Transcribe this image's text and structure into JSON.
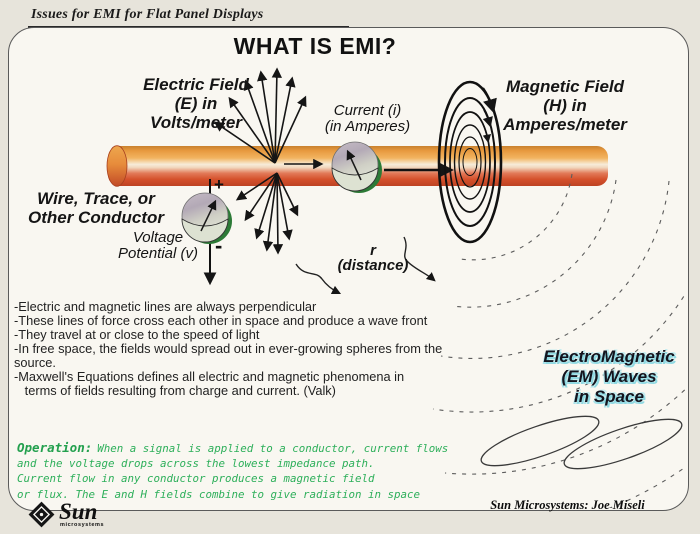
{
  "header": {
    "title": "Issues for EMI for Flat Panel Displays"
  },
  "slide": {
    "title": "WHAT IS EMI?",
    "diagram": {
      "electric_field_label": "Electric Field\n(E) in\nVolts/meter",
      "current_label": "Current (i)\n(in Amperes)",
      "magnetic_field_label": "Magnetic Field\n(H) in\nAmperes/meter",
      "conductor_label": "Wire, Trace, or\nOther Conductor",
      "voltage_label": "Voltage\nPotential (v)",
      "distance_label": "r\n(distance)",
      "plus_sign": "+",
      "minus_sign": "-"
    },
    "bullets": [
      "-Electric and magnetic lines are always perpendicular",
      "-These lines of force cross each other in space and produce a wave front",
      "-They travel at or close to the speed of light",
      "-In free space, the fields would spread out in ever-growing spheres from the source.",
      "-Maxwell's Equations defines all electric and magnetic phenomena in",
      "   terms of fields resulting from charge and current. (Valk)"
    ],
    "em_waves_label": "ElectroMagnetic\n(EM) Waves\nin Space",
    "operation": {
      "label": "Operation:",
      "line1": "When a signal is applied to a conductor, current flows",
      "line2": "and the voltage drops across the lowest impedance path.",
      "line3": "Current flow in any conductor produces a magnetic field",
      "line4": "or flux. The E and H fields combine to give radiation in space"
    }
  },
  "footer": {
    "logo_name": "Sun",
    "logo_subtitle": "microsystems",
    "credit": "Sun Microsystems: Joe Miseli"
  },
  "icons": {
    "logo": "sun-diamond-icon"
  },
  "colors": {
    "wire_orange": "#e89a3f",
    "wire_red": "#d5512c",
    "operation_green": "#2daf5a",
    "em_glow_cyan": "#8fd9e2",
    "gauge_green": "#2c7a36",
    "page_background": "#e7e4db",
    "slide_background": "#f9f7f1"
  }
}
